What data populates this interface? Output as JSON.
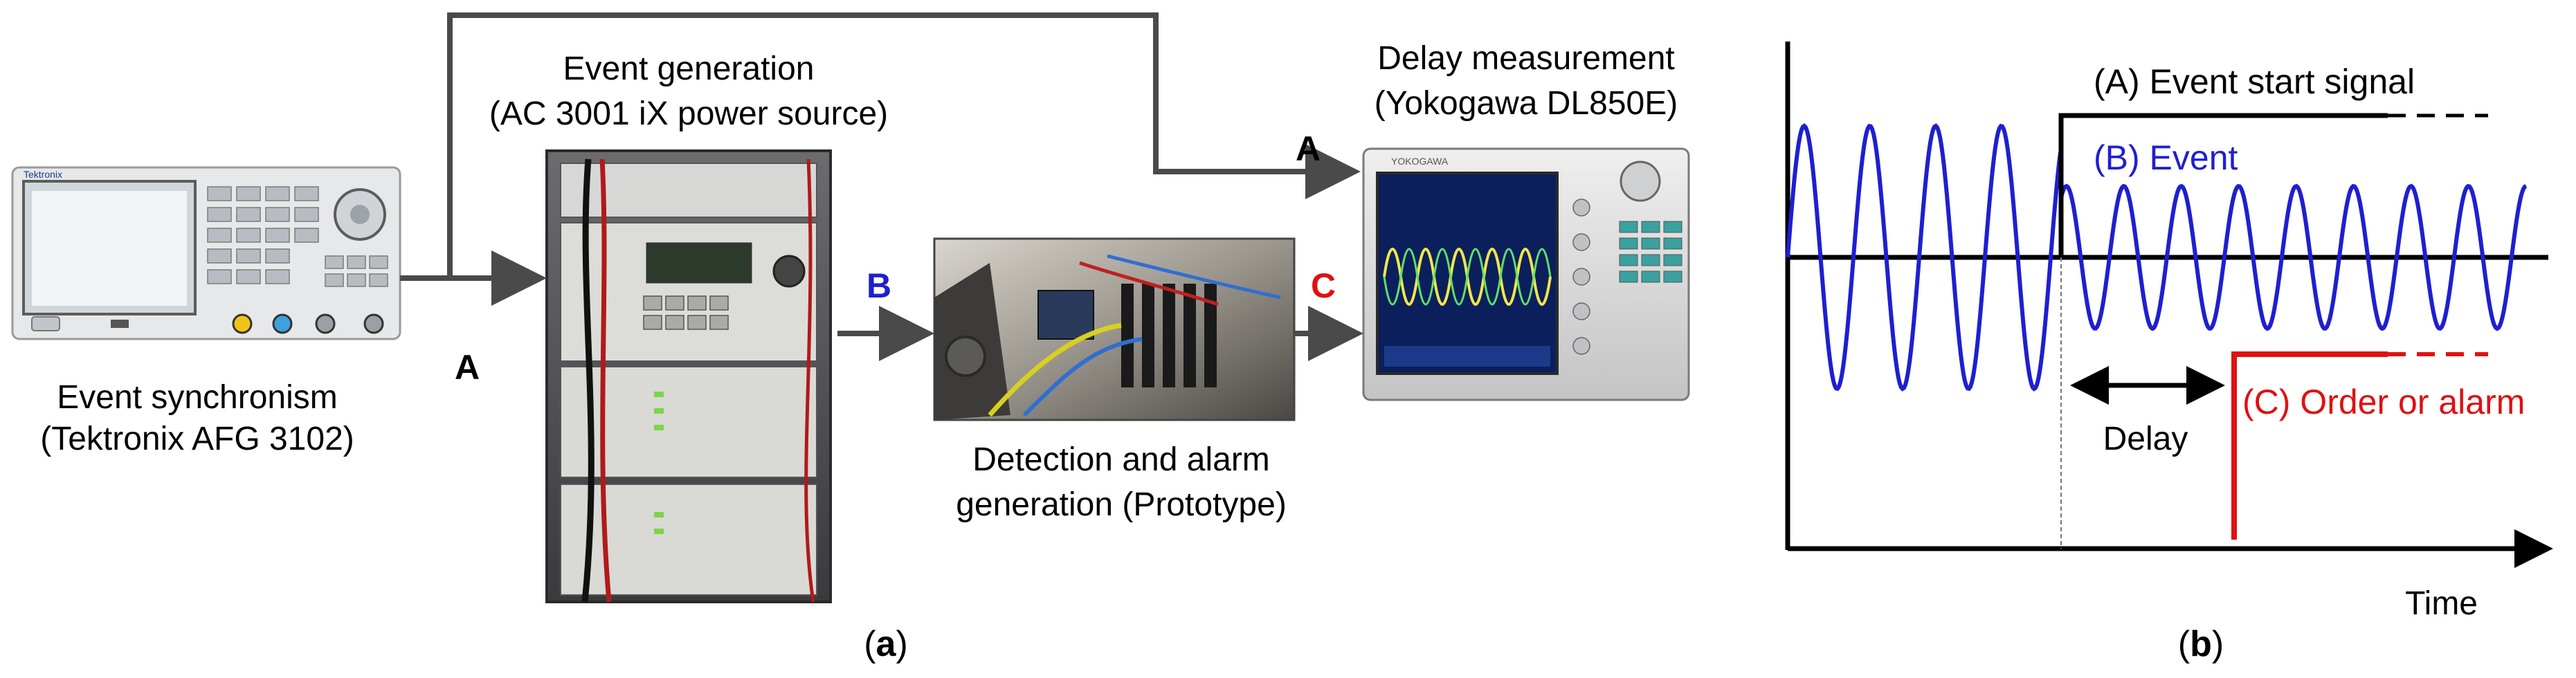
{
  "panel_a": {
    "sync_label_1": "Event synchronism",
    "sync_label_2": "(Tektronix AFG 3102)",
    "gen_label_1": "Event generation",
    "gen_label_2": "(AC 3001 iX power source)",
    "det_label_1": "Detection and alarm",
    "det_label_2": "generation (Prototype)",
    "meas_label_1": "Delay measurement",
    "meas_label_2": "(Yokogawa DL850E)",
    "signal_a": "A",
    "signal_a_top": "A",
    "signal_b": "B",
    "signal_c": "C",
    "caption_open": "(",
    "caption_letter": "a",
    "caption_close": ")",
    "device_brand_sync": "Tektronix",
    "device_brand_meas": "YOKOGAWA"
  },
  "panel_b": {
    "label_a": "(A) Event start signal",
    "label_b": "(B) Event",
    "label_c": "(C) Order or alarm",
    "delay_label": "Delay",
    "time_label": "Time",
    "caption_open": "(",
    "caption_letter": "b",
    "caption_close": ")"
  },
  "colors": {
    "signal_a": "#000000",
    "signal_b": "#1f1fd0",
    "signal_c": "#e01010",
    "arrow": "#4a4a4a"
  }
}
